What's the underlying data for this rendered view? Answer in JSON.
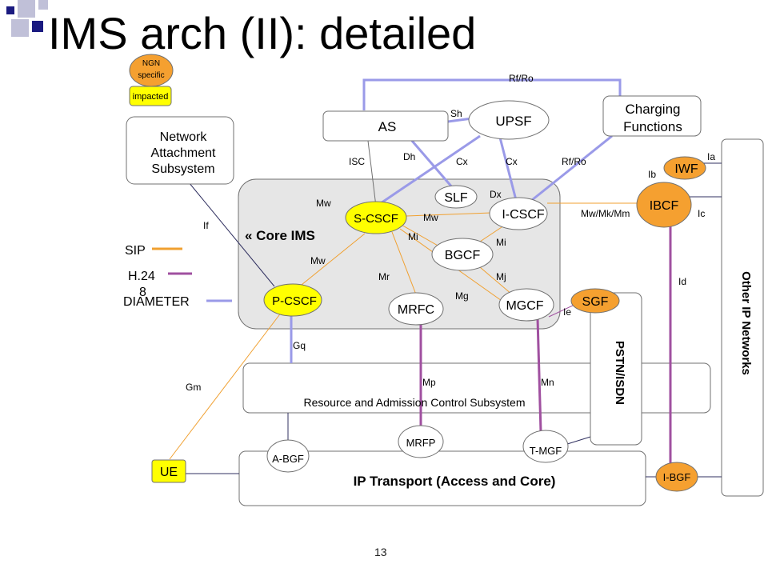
{
  "title": "IMS arch (II): detailed",
  "page_number": "13",
  "colors": {
    "sip": "#f0a030",
    "h248": "#a050a0",
    "diameter": "#9090e8",
    "yellow_node": "#ffff00",
    "orange_node": "#f5a030",
    "core_bg": "#e6e6e6",
    "title_squares_dark": "#1a1a80",
    "title_squares_light": "#c0c0d8"
  },
  "legend": {
    "ngn_specific": "NGN specific",
    "impacted": "impacted",
    "sip": "SIP",
    "h248": "H.248",
    "diameter": "DIAMETER"
  },
  "boxes": {
    "nass": "Network Attachment Subsystem",
    "charging": "Charging Functions",
    "as": "AS",
    "core_ims": "« Core IMS",
    "racs": "Resource and Admission Control Subsystem",
    "ip_transport": "IP Transport (Access and Core)",
    "pstn": "PSTN/ISDN",
    "other_ip": "Other IP Networks"
  },
  "nodes": {
    "upsf": "UPSF",
    "slf": "SLF",
    "scscf": "S-CSCF",
    "icscf": "I-CSCF",
    "pcscf": "P-CSCF",
    "bgcf": "BGCF",
    "mrfc": "MRFC",
    "mgcf": "MGCF",
    "sgf": "SGF",
    "ibcf": "IBCF",
    "iwf": "IWF",
    "ue": "UE",
    "abgf": "A-BGF",
    "mrfp": "MRFP",
    "tmgf": "T-MGF",
    "ibgf": "I-BGF"
  },
  "interfaces": {
    "rfro_top": "Rf/Ro",
    "sh": "Sh",
    "isc": "ISC",
    "dh": "Dh",
    "cx1": "Cx",
    "cx2": "Cx",
    "rfro2": "Rf/Ro",
    "dx": "Dx",
    "mw1": "Mw",
    "mw2": "Mw",
    "mw3": "Mw",
    "mi1": "Mi",
    "mi2": "Mi",
    "mr": "Mr",
    "mj": "Mj",
    "mg": "Mg",
    "mwmkmm": "Mw/Mk/Mm",
    "ia": "Ia",
    "ib": "Ib",
    "ic": "Ic",
    "id": "Id",
    "ie": "Ie",
    "if": "If",
    "gq": "Gq",
    "gm": "Gm",
    "mp": "Mp",
    "mn": "Mn"
  }
}
